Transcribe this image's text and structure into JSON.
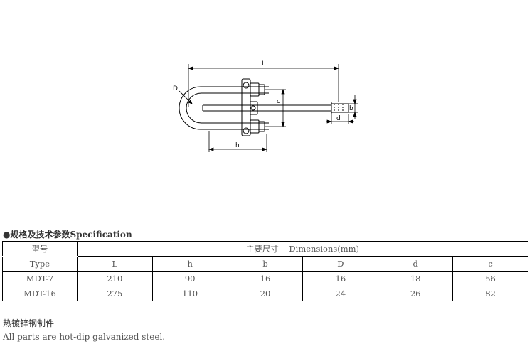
{
  "drawing": {
    "labels": {
      "L": "L",
      "D": "D",
      "c": "c",
      "b": "b",
      "d": "d",
      "h": "h"
    }
  },
  "spec": {
    "heading": "●规格及技术参数Specification",
    "type_label_cn": "型号",
    "type_label_en": "Type",
    "dimensions_label": "主要尺寸    Dimensions(mm)",
    "columns": [
      "L",
      "h",
      "b",
      "D",
      "d",
      "c"
    ],
    "rows": [
      {
        "type": "MDT-7",
        "values": [
          "210",
          "90",
          "16",
          "16",
          "18",
          "56"
        ]
      },
      {
        "type": "MDT-16",
        "values": [
          "275",
          "110",
          "20",
          "24",
          "26",
          "82"
        ]
      }
    ]
  },
  "footer": {
    "note_cn": "热镀锌钢制件",
    "note_en": "All parts are hot-dip galvanized steel."
  }
}
